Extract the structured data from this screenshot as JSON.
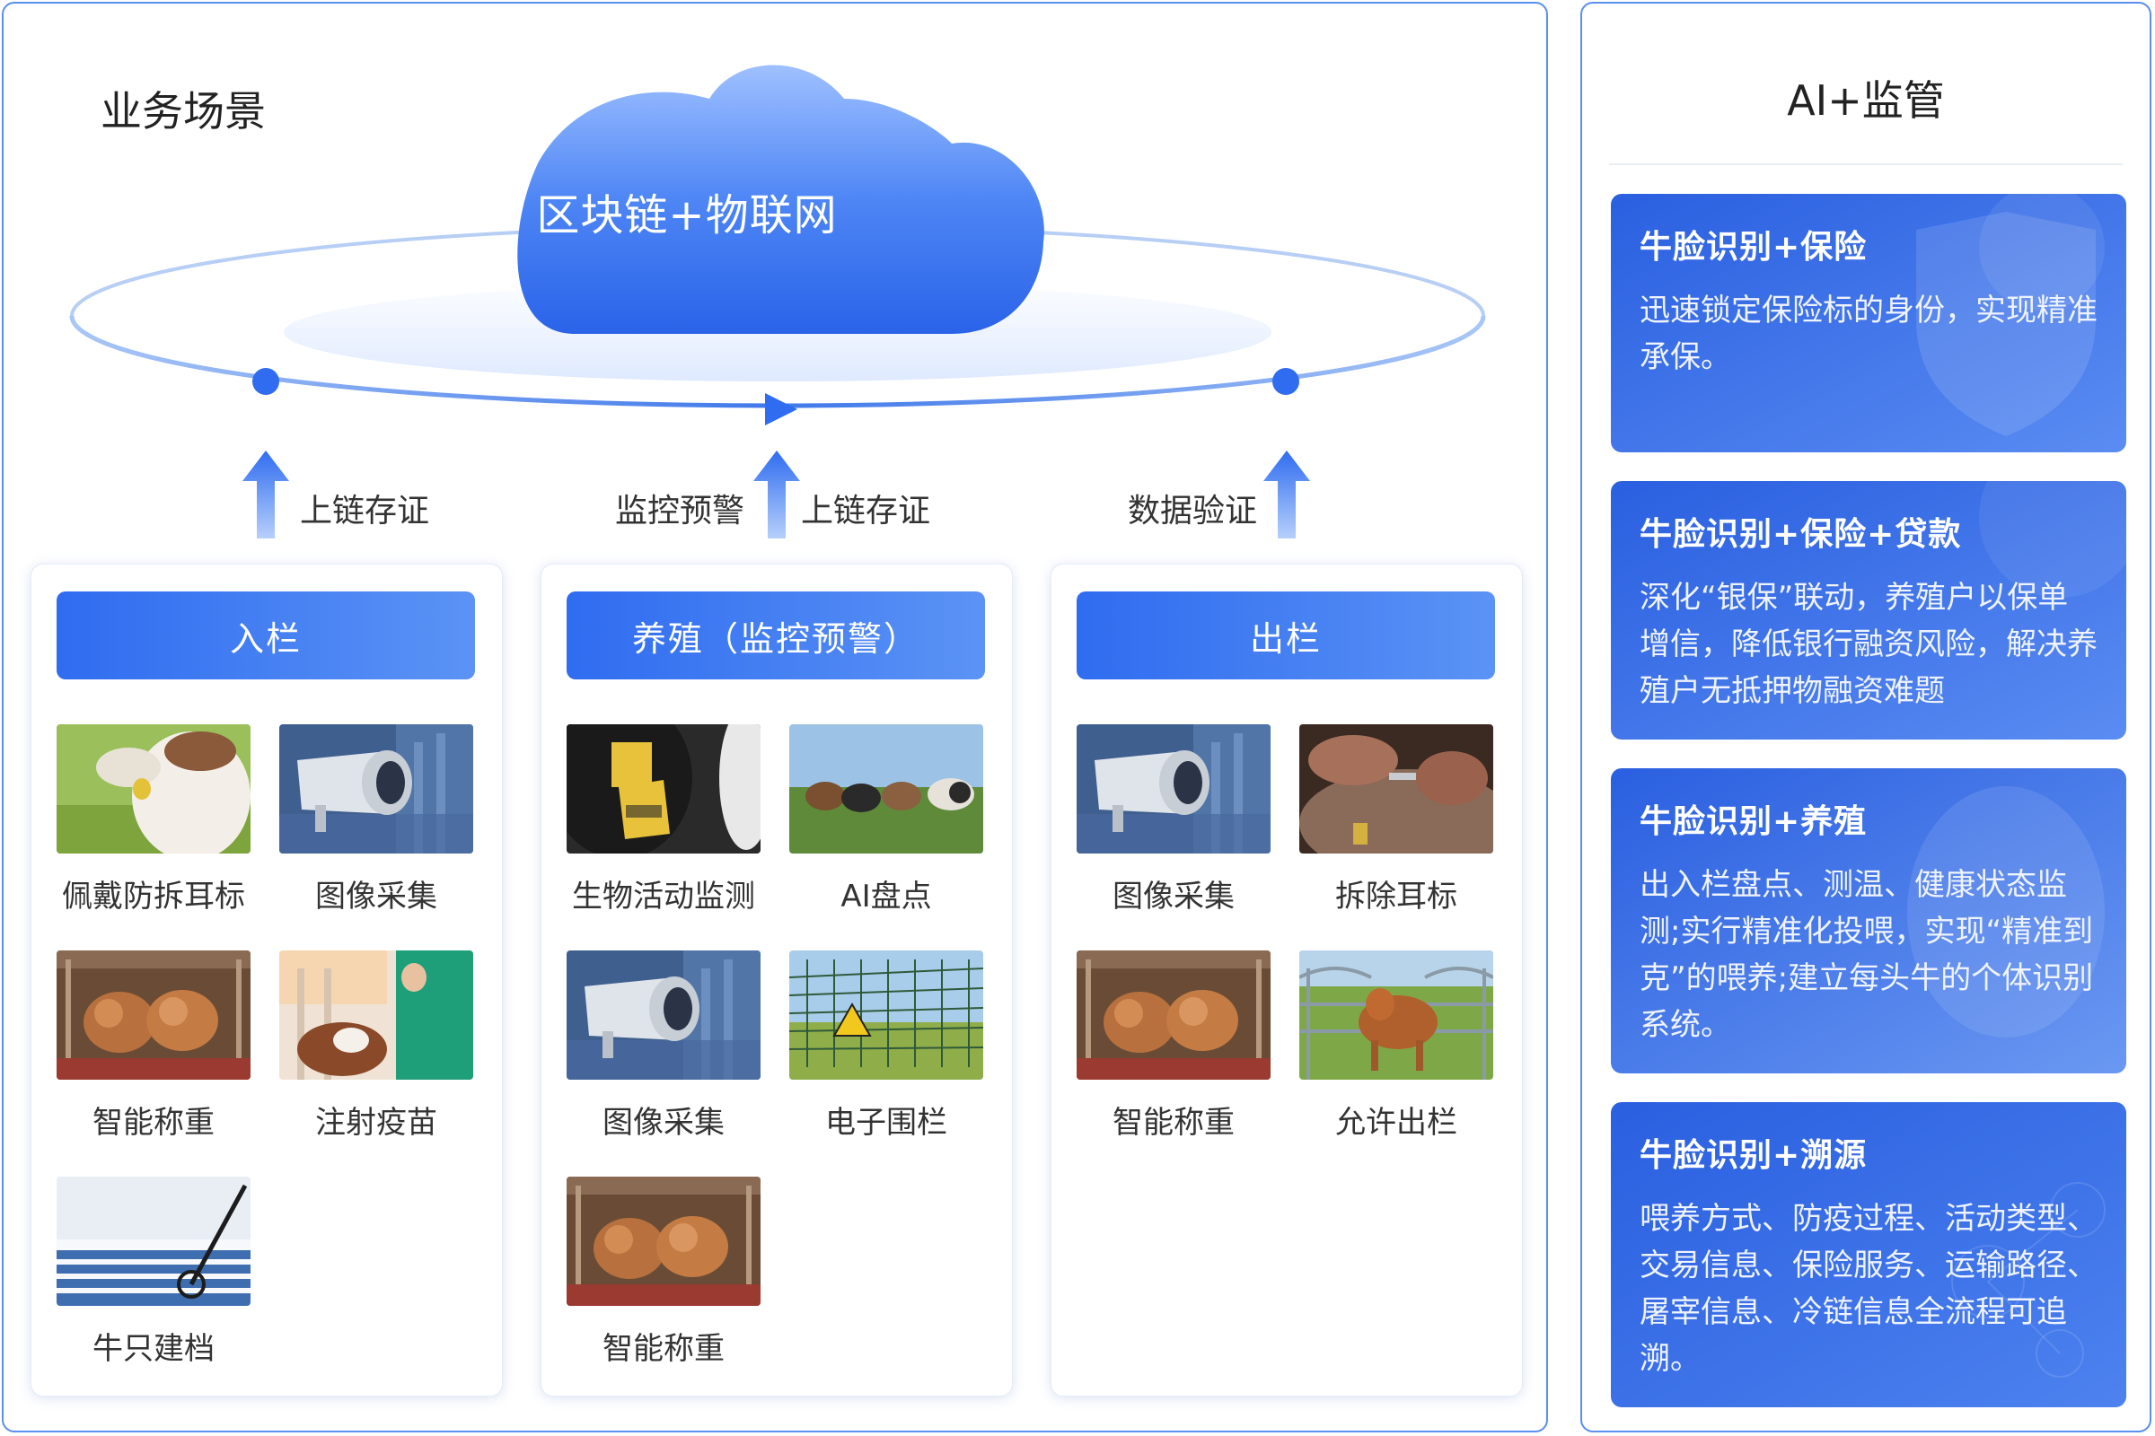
{
  "scene_title": "业务场景",
  "cloud_label": "区块链+物联网",
  "steps": [
    {
      "right": "上链存证",
      "left": ""
    },
    {
      "left": "监控预警",
      "right": "上链存证"
    },
    {
      "left": "数据验证",
      "right": ""
    }
  ],
  "columns": [
    {
      "header": "入栏",
      "items": [
        {
          "label": "佩戴防拆耳标",
          "icon": "cow-ear-tag-photo"
        },
        {
          "label": "图像采集",
          "icon": "camera-photo"
        },
        {
          "label": "智能称重",
          "icon": "cattle-scale-photo"
        },
        {
          "label": "注射疫苗",
          "icon": "vaccine-photo"
        },
        {
          "label": "牛只建档",
          "icon": "archive-photo"
        }
      ]
    },
    {
      "header": "养殖（监控预警）",
      "items": [
        {
          "label": "生物活动监测",
          "icon": "ear-tag-photo"
        },
        {
          "label": "AI盘点",
          "icon": "herd-photo"
        },
        {
          "label": "图像采集",
          "icon": "camera-photo"
        },
        {
          "label": "电子围栏",
          "icon": "fence-photo"
        },
        {
          "label": "智能称重",
          "icon": "cattle-scale-photo"
        }
      ]
    },
    {
      "header": "出栏",
      "items": [
        {
          "label": "图像采集",
          "icon": "camera-photo"
        },
        {
          "label": "拆除耳标",
          "icon": "remove-tag-photo"
        },
        {
          "label": "智能称重",
          "icon": "cattle-scale-photo"
        },
        {
          "label": "允许出栏",
          "icon": "cow-pen-photo"
        }
      ]
    }
  ],
  "ai": {
    "title": "AI+监管",
    "cards": [
      {
        "title": "牛脸识别+保险",
        "text": "迅速锁定保险标的身份，实现精准承保。"
      },
      {
        "title": "牛脸识别+保险+贷款",
        "text": "深化“银保”联动，养殖户以保单增信，降低银行融资风险，解决养殖户无抵押物融资难题"
      },
      {
        "title": "牛脸识别+养殖",
        "text": "出入栏盘点、测温、健康状态监测;实行精准化投喂，实现“精准到克”的喂养;建立每头牛的个体识别系统。"
      },
      {
        "title": "牛脸识别+溯源",
        "text": "喂养方式、防疫过程、活动类型、交易信息、保险服务、运输路径、屠宰信息、冷链信息全流程可追溯。"
      }
    ]
  },
  "colors": {
    "accent": "#2f6cf0",
    "border": "#5a8ef0"
  }
}
